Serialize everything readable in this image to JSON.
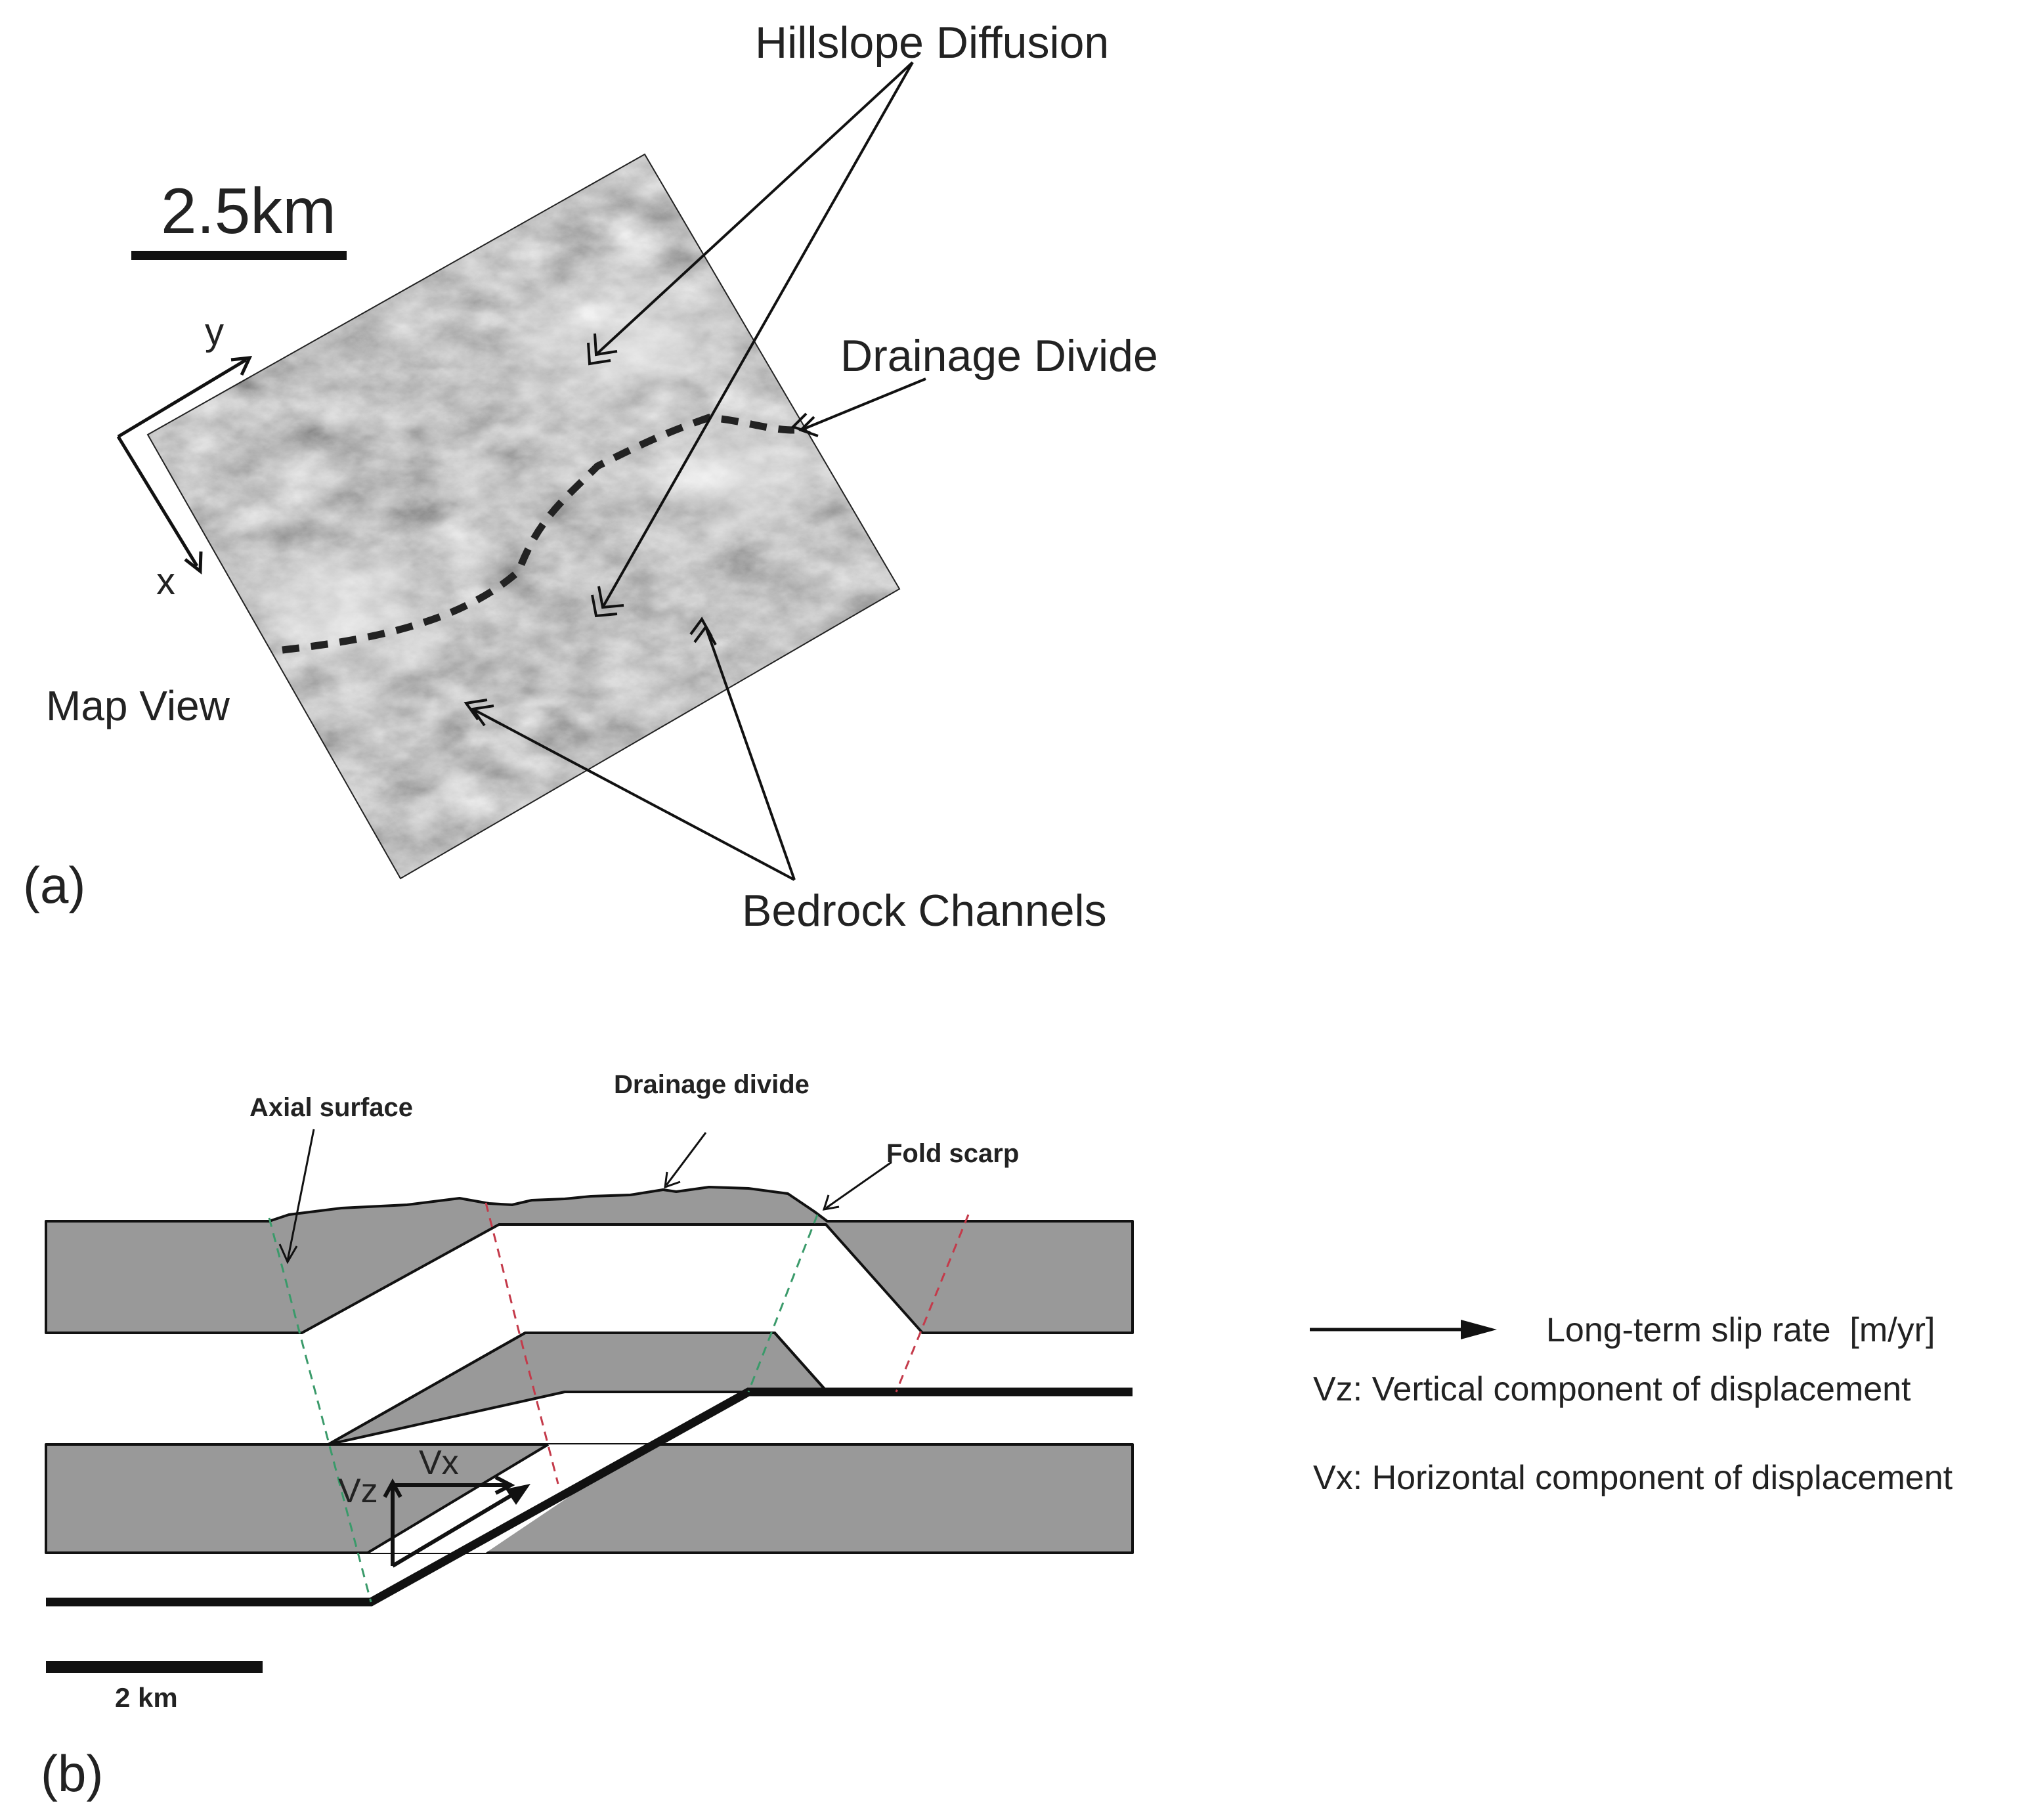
{
  "panel_a": {
    "panel_label": "(a)",
    "scale_bar_label": "2.5km",
    "axis_y": "y",
    "axis_x": "x",
    "view_label": "Map View",
    "annotations": {
      "hillslope": "Hillslope Diffusion",
      "divide": "Drainage Divide",
      "channels": "Bedrock Channels"
    }
  },
  "panel_b": {
    "panel_label": "(b)",
    "scale_bar_label": "2 km",
    "annotations": {
      "axial_surface": "Axial surface",
      "drainage_divide": "Drainage divide",
      "fold_scarp": "Fold scarp"
    },
    "vector_labels": {
      "vz": "Vz",
      "vx": "Vx"
    },
    "legend": {
      "slip_rate": "Long-term slip rate  [m/yr]",
      "vz_def": "Vz: Vertical component of displacement",
      "vx_def": "Vx: Horizontal component of displacement"
    }
  },
  "colors": {
    "stratum_fill": "#999999",
    "green_axial": "#3a9a6a",
    "red_axial": "#c43a4a",
    "line": "#111111"
  }
}
